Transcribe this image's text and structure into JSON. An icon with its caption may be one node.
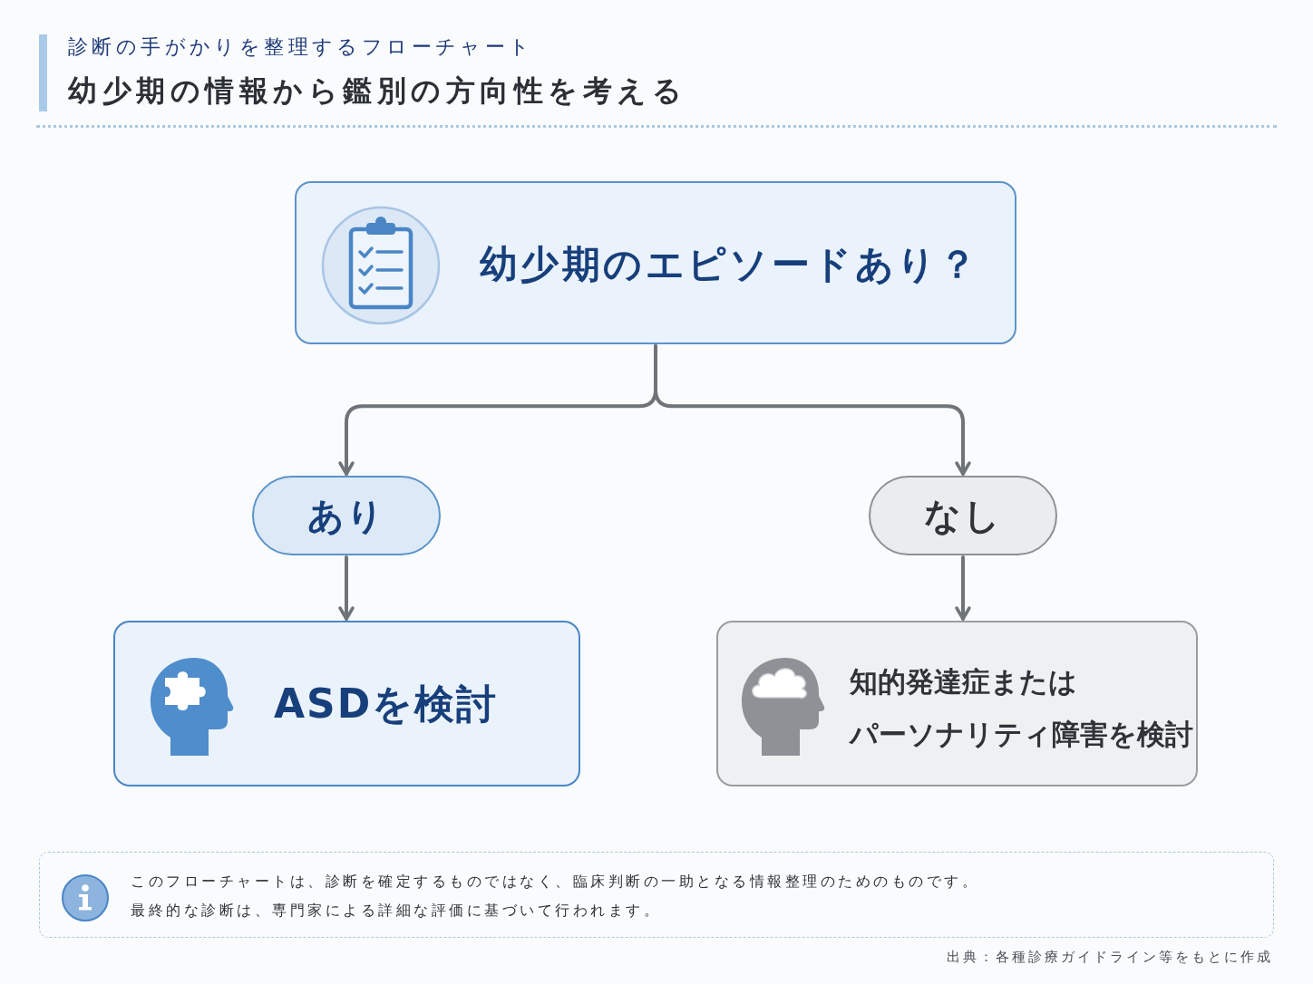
{
  "diagram": {
    "title": "幼少期の情報から鑑別の方向性を考える",
    "caption": "出典：各種診療ガイドライン等をもとに作成",
    "nodes": [
      {
        "text": [
          "幼少期のエピソードあり？"
        ]
      },
      {
        "text": [
          "あり"
        ]
      },
      {
        "text": [
          "なし"
        ]
      },
      {
        "text": [
          "ASDを検討"
        ]
      },
      {
        "text": [
          "知的発達症またはパーソナリティ障害を検討"
        ]
      },
      {
        "text": [
          "このフローチャートは、診断を確定するものではなく、臨床判断の一助となる情報整理のためのものです。",
          "最終的な診断は、専門家による詳細な評価に基づいて行われます。"
        ]
      }
    ],
    "edges": [
      {
        "from": 0,
        "to": 1,
        "arrow": "to"
      },
      {
        "from": 0,
        "to": 2,
        "arrow": "to"
      },
      {
        "from": 1,
        "to": 3,
        "arrow": "to"
      },
      {
        "from": 2,
        "to": 4,
        "arrow": "to"
      }
    ],
    "labels": [
      "診断の手がかりを整理するフローチャート"
    ]
  }
}
